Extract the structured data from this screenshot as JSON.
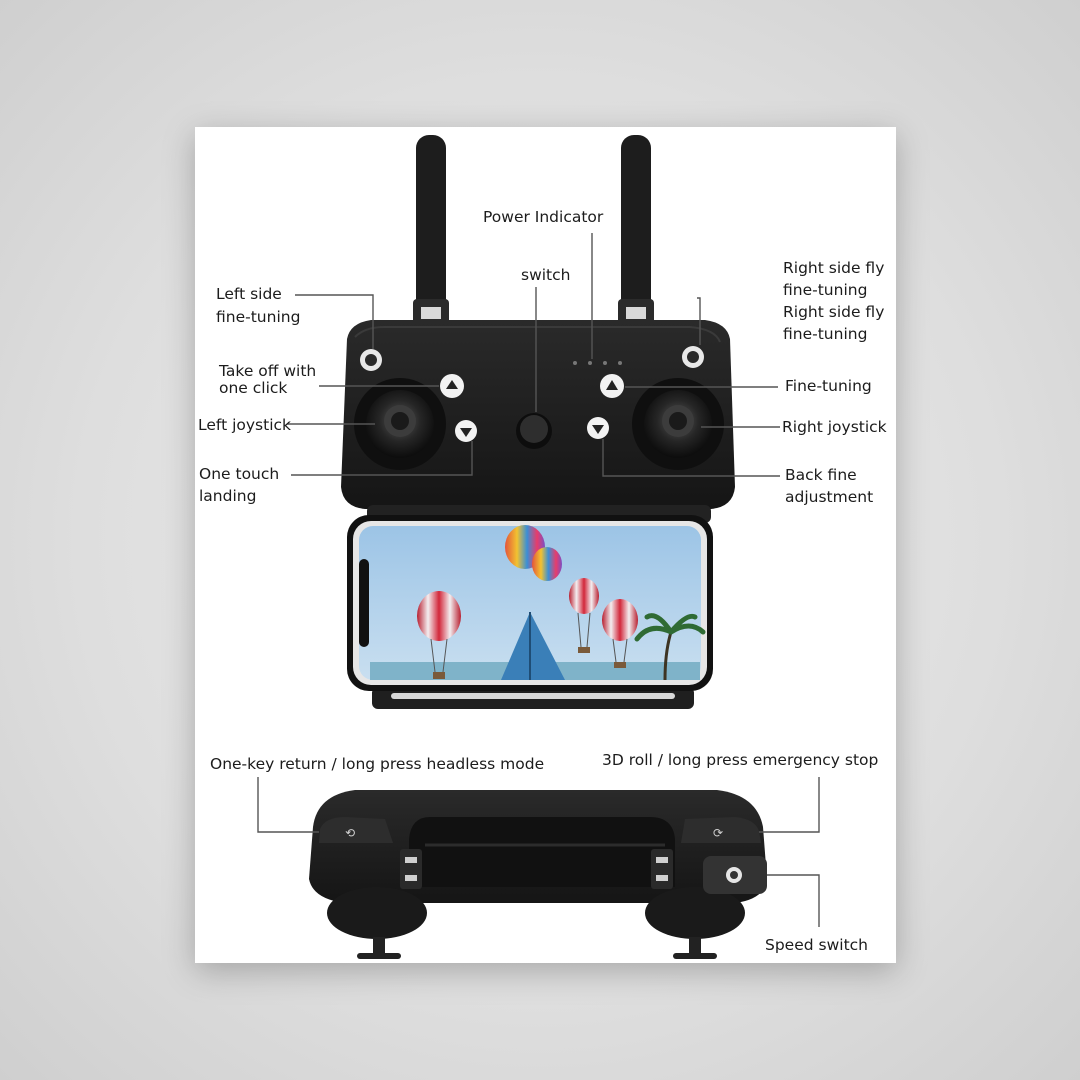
{
  "labels": {
    "power_indicator": "Power Indicator",
    "switch": "switch",
    "left_side_line1": "Left side",
    "left_side_line2": "fine-tuning",
    "right_side_a_line1": "Right side fly",
    "right_side_a_line2": "fine-tuning",
    "right_side_b_line1": "Right side fly",
    "right_side_b_line2": "fine-tuning",
    "takeoff_line1": "Take off with",
    "takeoff_line2": "one click",
    "fine_tuning": "Fine-tuning",
    "left_joystick": "Left joystick",
    "right_joystick": "Right joystick",
    "landing_line1": "One touch",
    "landing_line2": "landing",
    "back_fine_line1": "Back fine",
    "back_fine_line2": "adjustment",
    "one_key_return": "One-key return / long press headless mode",
    "roll_3d": "3D roll / long press emergency stop",
    "speed_switch": "Speed switch"
  },
  "colors": {
    "card_bg": "#ffffff",
    "controller_body": "#1b1b1b",
    "label_text": "#1c1c1c",
    "leader_line": "#555555",
    "sky": "#a9cbe6",
    "sea": "#7fb3c9",
    "balloon_red": "#d2273a"
  },
  "icons": [
    "antenna-icon",
    "power-indicator-leds-icon",
    "power-switch-icon",
    "left-fine-tuning-button-icon",
    "right-fine-tuning-button-icon",
    "takeoff-button-icon",
    "fine-tuning-button-icon",
    "landing-button-icon",
    "back-fine-button-icon",
    "left-joystick-icon",
    "right-joystick-icon",
    "smartphone-icon",
    "hot-air-balloon-icon",
    "palm-tree-icon",
    "one-key-return-button-icon",
    "roll-3d-button-icon",
    "speed-switch-button-icon"
  ]
}
